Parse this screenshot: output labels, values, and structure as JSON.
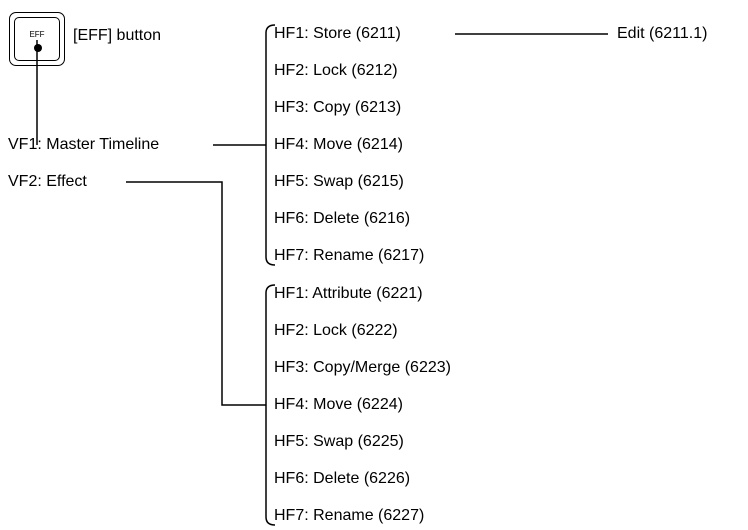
{
  "button": {
    "face": "EFF",
    "label": "[EFF] button"
  },
  "vf1": {
    "label": "VF1: Master Timeline"
  },
  "vf2": {
    "label": "VF2: Effect"
  },
  "group1": [
    "HF1: Store (6211)",
    "HF2: Lock (6212)",
    "HF3: Copy (6213)",
    "HF4: Move (6214)",
    "HF5: Swap (6215)",
    "HF6: Delete (6216)",
    "HF7: Rename (6217)"
  ],
  "group2": [
    "HF1: Attribute (6221)",
    "HF2: Lock (6222)",
    "HF3: Copy/Merge (6223)",
    "HF4: Move (6224)",
    "HF5: Swap (6225)",
    "HF6: Delete (6226)",
    "HF7: Rename (6227)"
  ],
  "sub": {
    "label": "Edit (6211.1)"
  }
}
